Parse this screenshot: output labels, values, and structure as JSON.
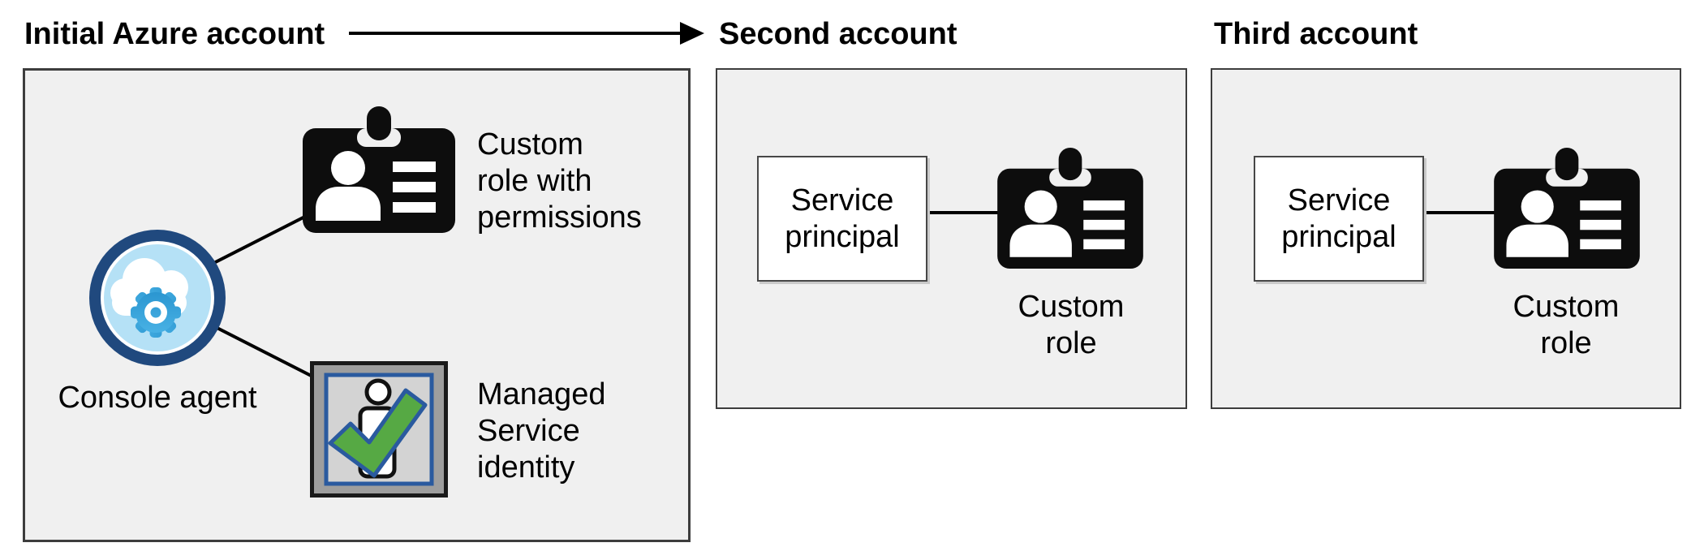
{
  "colors": {
    "page_bg": "#ffffff",
    "panel_bg": "#f0f0f0",
    "panel_border": "#3d3d3d",
    "text": "#000000",
    "badge_black": "#0d0d0d",
    "ring_blue": "#20497e",
    "light_blue": "#b5e1f6",
    "gear_blue_dark": "#2691cd",
    "gear_blue_light": "#4db6e8",
    "msi_frame_gray": "#9e9e9e",
    "msi_inner_gray": "#d3d3d3",
    "msi_blue": "#2a5a9f",
    "check_green": "#56a944"
  },
  "headers": {
    "initial": "Initial Azure account",
    "second": "Second account",
    "third": "Third account"
  },
  "initial_panel": {
    "console_agent": "Console agent",
    "custom_role": "Custom\nrole with\npermissions",
    "managed_identity": "Managed\nService\nidentity"
  },
  "second_panel": {
    "service_principal": "Service\nprincipal",
    "custom_role": "Custom\nrole"
  },
  "third_panel": {
    "service_principal": "Service\nprincipal",
    "custom_role": "Custom\nrole"
  },
  "icons": {
    "console_agent": "cloud-gear-icon",
    "custom_role": "id-badge-icon",
    "managed_identity": "person-check-icon",
    "flow": "right-arrow-icon"
  }
}
